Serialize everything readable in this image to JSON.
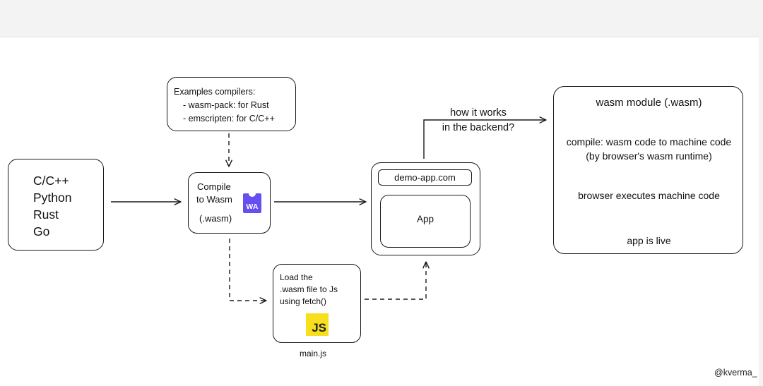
{
  "languages": [
    "C/C++",
    "Python",
    "Rust",
    "Go"
  ],
  "examples": {
    "heading": "Examples compilers:",
    "items": [
      "- wasm-pack: for Rust",
      "- emscripten: for C/C++"
    ]
  },
  "compile": {
    "line1": "Compile",
    "line2": "to Wasm",
    "line3": "(.wasm)",
    "logo_text": "WA",
    "logo_color": "#654ff0"
  },
  "load": {
    "lines": [
      "Load the",
      ".wasm file to Js",
      "using fetch()"
    ],
    "logo_text": "JS",
    "logo_color": "#f7df1e",
    "filename": "main.js"
  },
  "browser": {
    "url": "demo-app.com",
    "app_label": "App"
  },
  "how_label": [
    "how it works",
    "in the backend?"
  ],
  "wasm_flow": [
    "wasm module (.wasm)",
    "compile: wasm code to machine code",
    "(by browser's wasm runtime)",
    "browser executes machine code",
    "app is live"
  ],
  "handle": "@kverma_"
}
